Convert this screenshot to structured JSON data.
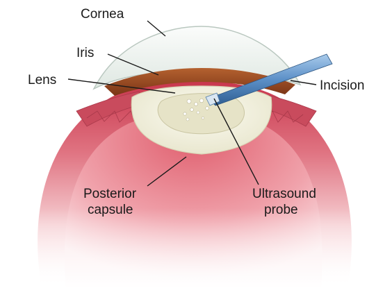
{
  "diagram": {
    "labels": {
      "cornea": "Cornea",
      "iris": "Iris",
      "lens": "Lens",
      "incision": "Incision",
      "posterior_line1": "Posterior",
      "posterior_line2": "capsule",
      "probe_line1": "Ultrasound",
      "probe_line2": "probe"
    },
    "colors": {
      "eyeball": "#d9576a",
      "eyeball_light": "#f7d3d6",
      "iris": "#9c4a22",
      "cornea": "#eef3ef",
      "lens_capsule": "#f1f0df",
      "lens_core": "#e4e2c4",
      "probe": "#5b8fc7",
      "outline": "#1a1a1a"
    }
  }
}
